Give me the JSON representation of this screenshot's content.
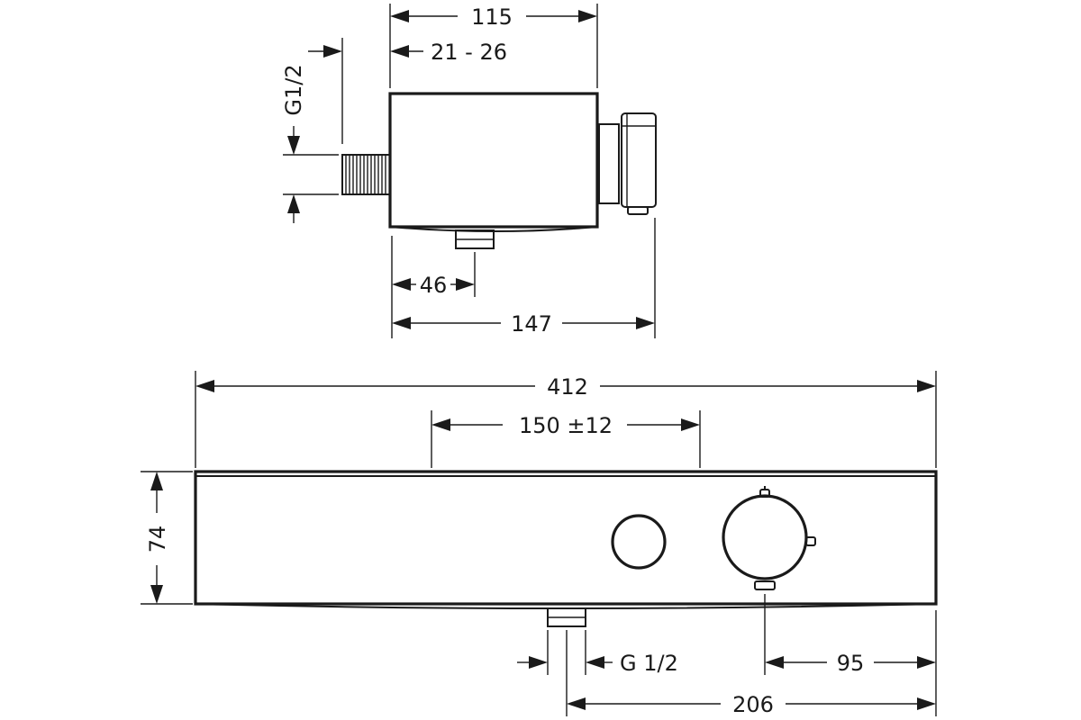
{
  "dimensions": {
    "top_width": "115",
    "wall_gap": "21 - 26",
    "inlet_thread_top": "G1/2",
    "outlet_offset": "46",
    "total_depth": "147",
    "total_length": "412",
    "inlet_spacing": "150 ±12",
    "height": "74",
    "outlet_thread": "G 1/2",
    "knob_offset": "95",
    "outlet_position": "206"
  }
}
